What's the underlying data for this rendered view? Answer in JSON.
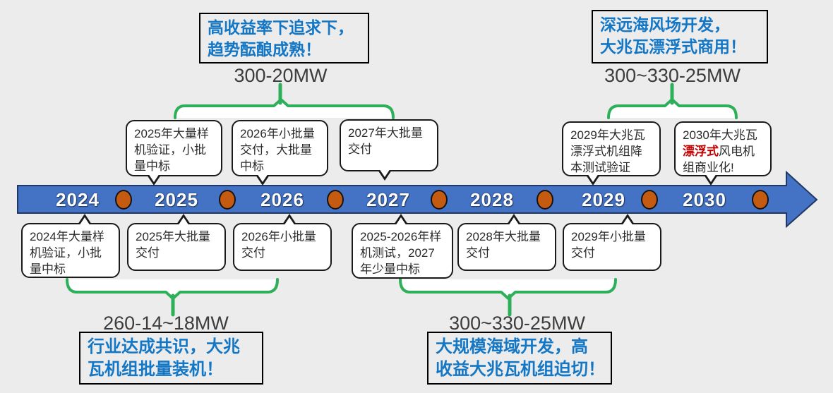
{
  "colors": {
    "background": "#ECECEC",
    "accent_blue_text": "#1377C6",
    "timeline_fill": "#4472C4",
    "timeline_border": "#203864",
    "milestone_orange": "#C55A11",
    "brace_green": "#2EB05A",
    "highlight_red": "#C00000",
    "callout_border": "#1A1A1A"
  },
  "headlines": {
    "top_left": {
      "line1": "高收益率下追求下，",
      "line2": "趋势酝酿成熟！"
    },
    "top_right": {
      "line1": "深远海风场开发，",
      "line2": "大兆瓦漂浮式商用！"
    },
    "bottom_left": {
      "line1": "行业达成共识，大兆",
      "line2": "瓦机组批量装机！"
    },
    "bottom_mid": {
      "line1": "大规模海域开发，高",
      "line2": "收益大兆瓦机组迫切！"
    }
  },
  "capacity_labels": {
    "top_left": "300-20MW",
    "top_right": "300~330-25MW",
    "bottom_left": "260-14~18MW",
    "bottom_mid": "300~330-25MW"
  },
  "timeline": {
    "years": [
      "2024",
      "2025",
      "2026",
      "2027",
      "2028",
      "2029",
      "2030"
    ]
  },
  "callouts_top": [
    {
      "text": "2025年大量样机验证，小批量中标"
    },
    {
      "text": "2026年小批量交付，大批量中标"
    },
    {
      "text": "2027年大批量交付"
    },
    {
      "text": "2029年大兆瓦漂浮式机组降本测试验证"
    },
    {
      "pre": "2030年大兆瓦",
      "highlight": "漂浮式",
      "post": "风电机组商业化!"
    }
  ],
  "callouts_bottom": [
    {
      "text": "2024年大量样机验证，小批量中标"
    },
    {
      "text": "2025年大批量交付"
    },
    {
      "text": "2026年小批量交付"
    },
    {
      "text": "2025-2026年样机测试，2027年少量中标"
    },
    {
      "text": "2028年大批量交付"
    },
    {
      "text": "2029年小批量交付"
    }
  ]
}
